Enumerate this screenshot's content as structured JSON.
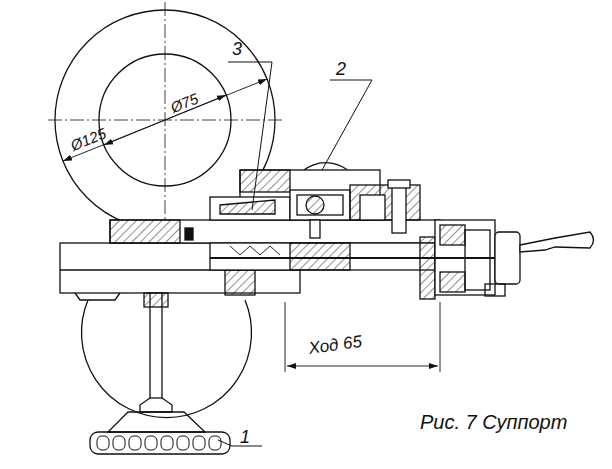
{
  "diagram": {
    "caption": "Рис. 7 Суппорт",
    "labels": [
      "3",
      "2",
      "1",
      "Ø125",
      "Ø75",
      "Ход 65"
    ]
  }
}
